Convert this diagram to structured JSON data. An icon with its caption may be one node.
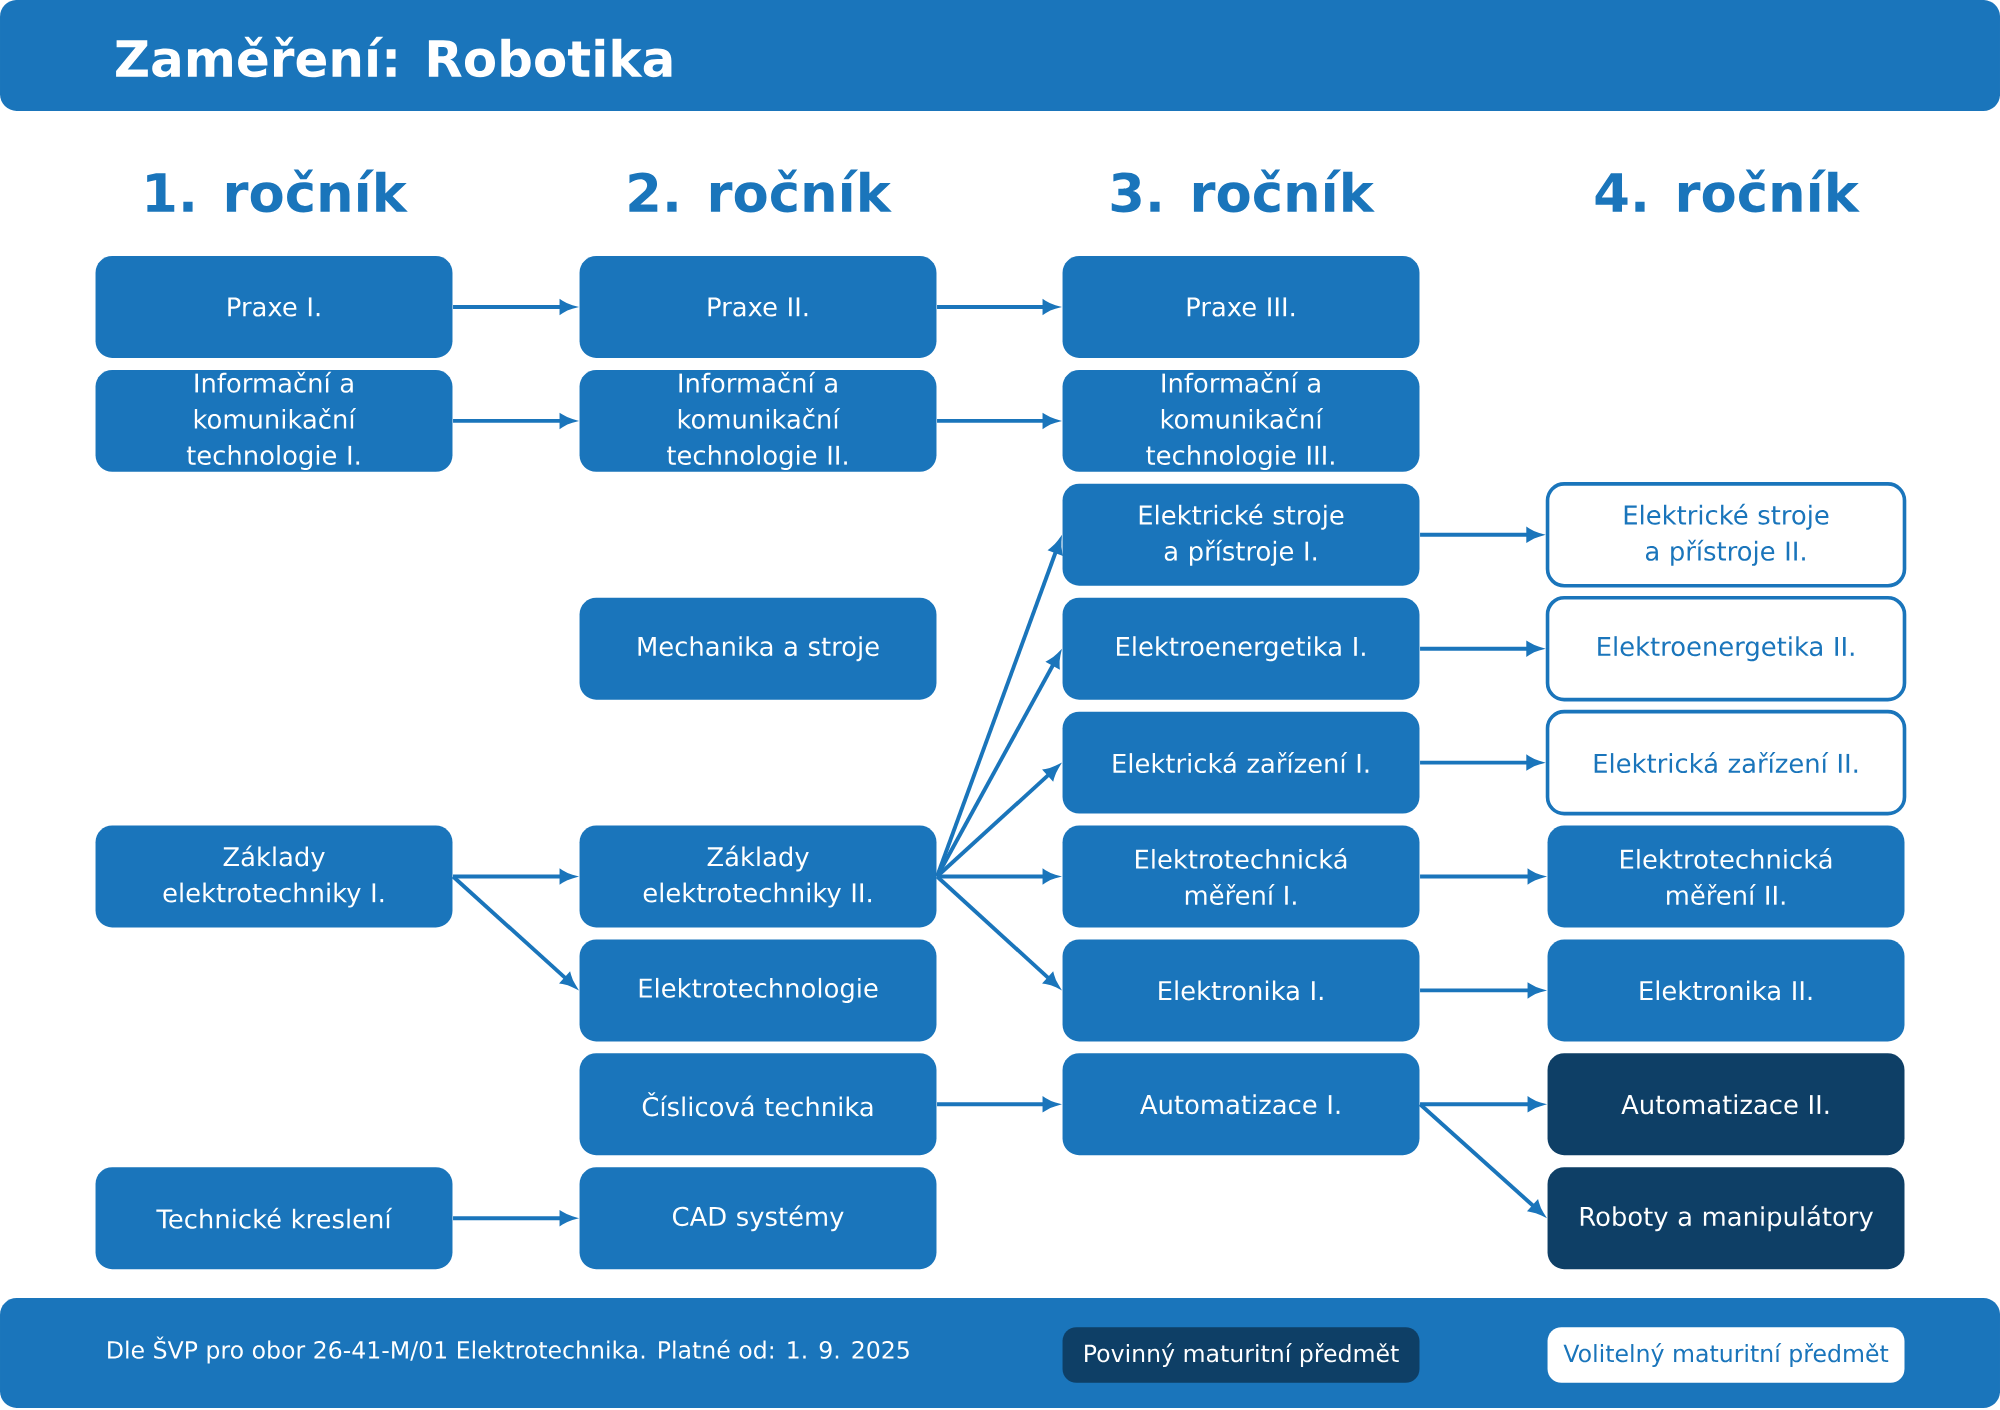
{
  "diagram": {
    "title": "Zaměření: Robotika",
    "nodes": [
      {
        "text": [
          "Praxe I."
        ]
      },
      {
        "text": [
          "Informační a komunikační technologie I."
        ]
      },
      {
        "text": [
          "Základy elektrotechniky I."
        ]
      },
      {
        "text": [
          "Technické kreslení"
        ]
      },
      {
        "text": [
          "Praxe II."
        ]
      },
      {
        "text": [
          "Informační a komunikační technologie II."
        ]
      },
      {
        "text": [
          "Mechanika a stroje"
        ]
      },
      {
        "text": [
          "Základy elektrotechniky II."
        ]
      },
      {
        "text": [
          "Elektrotechnologie"
        ]
      },
      {
        "text": [
          "Číslicová technika"
        ]
      },
      {
        "text": [
          "CAD systémy"
        ]
      },
      {
        "text": [
          "Praxe III."
        ]
      },
      {
        "text": [
          "Informační a komunikační technologie III."
        ]
      },
      {
        "text": [
          "Elektrické stroje a přístroje I."
        ]
      },
      {
        "text": [
          "Elektroenergetika I."
        ]
      },
      {
        "text": [
          "Elektrická zařízení I."
        ]
      },
      {
        "text": [
          "Elektrotechnická měření I."
        ]
      },
      {
        "text": [
          "Elektronika I."
        ]
      },
      {
        "text": [
          "Automatizace I."
        ]
      },
      {
        "text": [
          "Elektrické stroje a přístroje II."
        ]
      },
      {
        "text": [
          "Elektroenergetika II."
        ]
      },
      {
        "text": [
          "Elektrická zařízení II."
        ]
      },
      {
        "text": [
          "Elektrotechnická měření II."
        ]
      },
      {
        "text": [
          "Elektronika II."
        ]
      },
      {
        "text": [
          "Automatizace II."
        ]
      },
      {
        "text": [
          "Roboty a manipulátory"
        ]
      }
    ],
    "edges": [
      {
        "from": 0,
        "to": 4,
        "arrow": "to"
      },
      {
        "from": 4,
        "to": 11,
        "arrow": "to"
      },
      {
        "from": 1,
        "to": 5,
        "arrow": "to"
      },
      {
        "from": 5,
        "to": 12,
        "arrow": "to"
      },
      {
        "from": 2,
        "to": 7,
        "arrow": "to"
      },
      {
        "from": 2,
        "to": 8,
        "arrow": "to"
      },
      {
        "from": 7,
        "to": 13,
        "arrow": "to"
      },
      {
        "from": 7,
        "to": 14,
        "arrow": "to"
      },
      {
        "from": 7,
        "to": 15,
        "arrow": "to"
      },
      {
        "from": 7,
        "to": 16,
        "arrow": "to"
      },
      {
        "from": 7,
        "to": 17,
        "arrow": "to"
      },
      {
        "from": 9,
        "to": 18,
        "arrow": "to"
      },
      {
        "from": 3,
        "to": 10,
        "arrow": "to"
      },
      {
        "from": 13,
        "to": 19,
        "arrow": "to"
      },
      {
        "from": 14,
        "to": 20,
        "arrow": "to"
      },
      {
        "from": 15,
        "to": 21,
        "arrow": "to"
      },
      {
        "from": 16,
        "to": 22,
        "arrow": "to"
      },
      {
        "from": 17,
        "to": 23,
        "arrow": "to"
      },
      {
        "from": 18,
        "to": 24,
        "arrow": "to"
      },
      {
        "from": 18,
        "to": 25,
        "arrow": "to"
      }
    ],
    "labels": [
      "1. ročník",
      "2. ročník",
      "3. ročník",
      "4. ročník",
      "Dle ŠVP pro obor 26-41-M/01 Elektrotechnika. Platné od: 1. 9. 2025"
    ],
    "legend": [
      {
        "text": "Povinný maturitní předmět",
        "color": "#0e3f66"
      },
      {
        "text": "Volitelný maturitní předmět",
        "color": "#ffffff"
      }
    ]
  }
}
